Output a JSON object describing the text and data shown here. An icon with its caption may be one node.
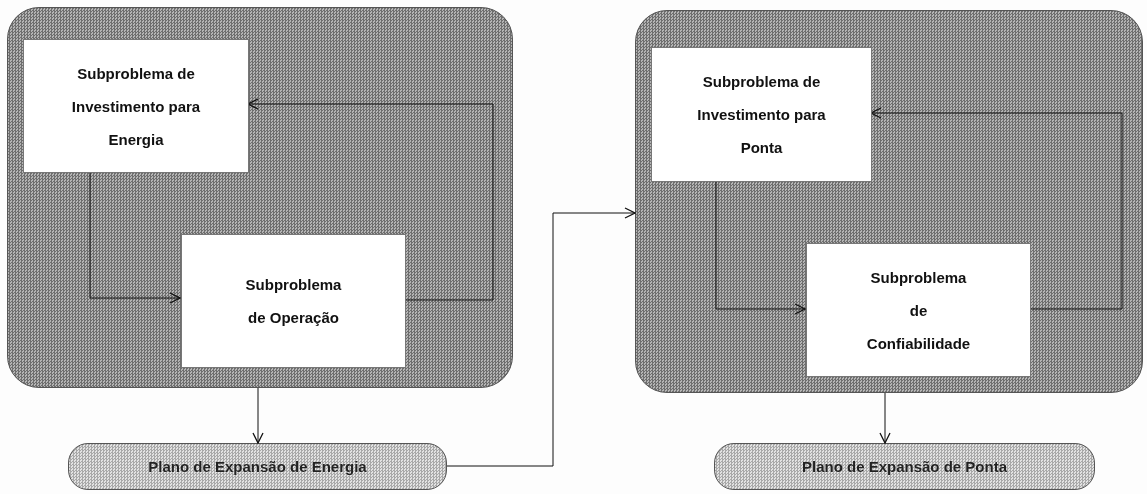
{
  "diagram": {
    "nodes": [
      {
        "text": [],
        "shape": "box"
      },
      {
        "text": [
          "Subproblema de Investimento para Energia"
        ],
        "in": 0
      },
      {
        "text": [
          "Subproblema de Operação"
        ],
        "in": 0
      },
      {
        "text": [
          "Plano de Expansão de Energia"
        ]
      },
      {
        "text": [],
        "shape": "box"
      },
      {
        "text": [
          "Subproblema de Investimento para Ponta"
        ],
        "in": 4
      },
      {
        "text": [
          "Subproblema de Confiabilidade"
        ],
        "in": 4
      },
      {
        "text": [
          "Plano de Expansão de Ponta"
        ]
      }
    ],
    "edges": [
      {
        "from": 1,
        "to": 2,
        "arrow": "to"
      },
      {
        "from": 2,
        "to": 1,
        "arrow": "to"
      },
      {
        "from": 0,
        "to": 3,
        "arrow": "to"
      },
      {
        "from": 3,
        "to": 4,
        "arrow": "to"
      },
      {
        "from": 5,
        "to": 6,
        "arrow": "to"
      },
      {
        "from": 6,
        "to": 5,
        "arrow": "to"
      },
      {
        "from": 4,
        "to": 7,
        "arrow": "to"
      }
    ]
  }
}
